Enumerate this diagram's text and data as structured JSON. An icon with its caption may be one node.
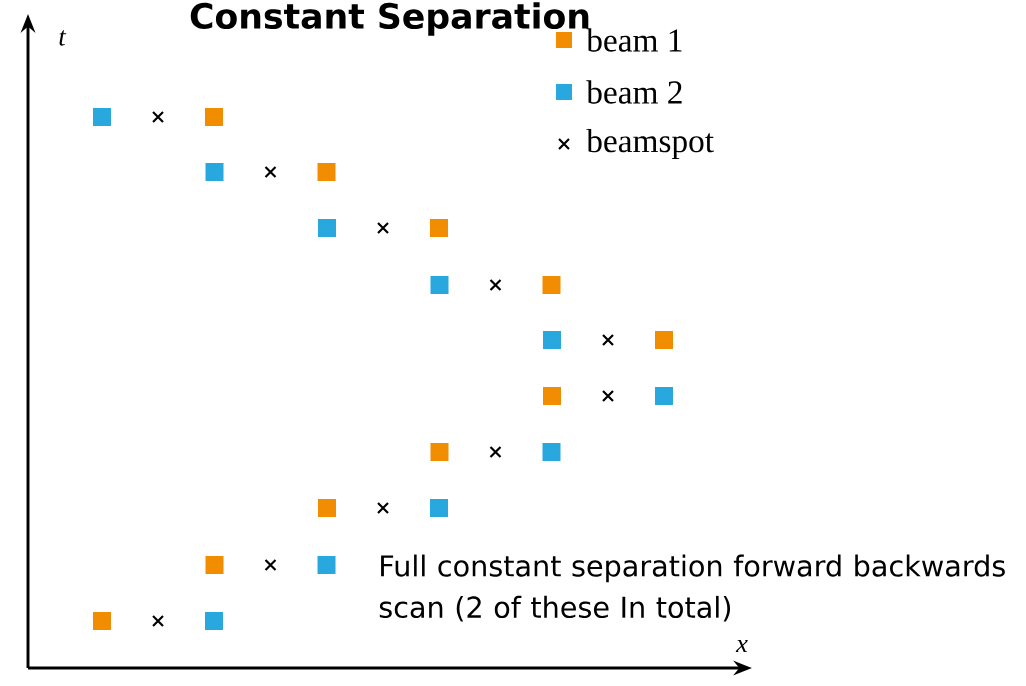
{
  "diagram": {
    "title": "Constant Separation",
    "labels": [
      "t",
      "x",
      "Full constant separation forward backwards scan (2 of these In total)"
    ],
    "legend": [
      {
        "text": "beam 1",
        "color": "#f28c00"
      },
      {
        "text": "beam 2",
        "color": "#29a8e0"
      },
      {
        "text": "beamspot"
      }
    ]
  }
}
